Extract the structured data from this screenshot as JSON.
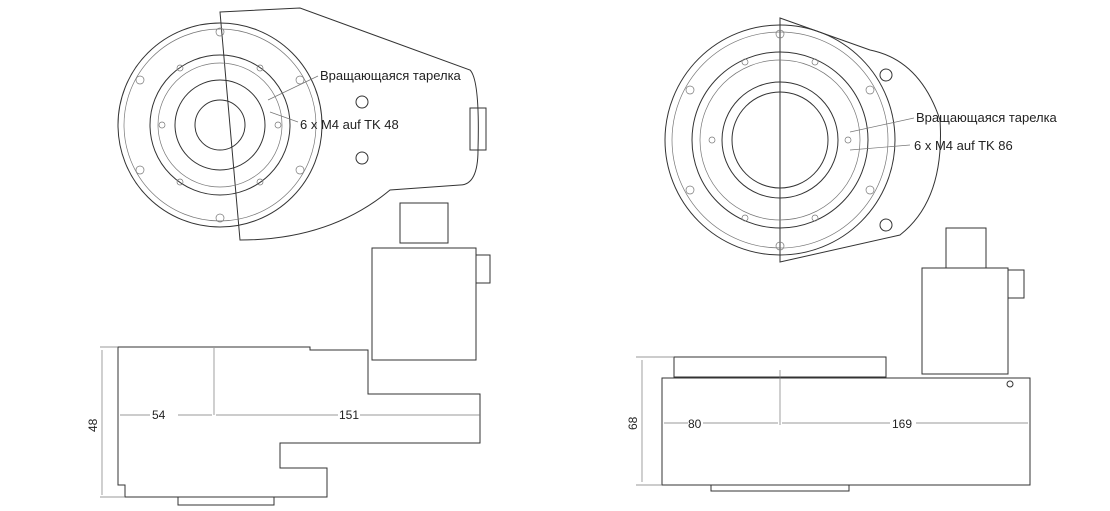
{
  "left_drawing": {
    "label_plate": "Вращающаяся тарелка",
    "label_holes": "6 x M4 auf TK 48",
    "dim_left": "54",
    "dim_right": "151",
    "dim_height": "48"
  },
  "right_drawing": {
    "label_plate": "Вращающаяся тарелка",
    "label_holes": "6 x M4 auf TK 86",
    "dim_left": "80",
    "dim_right": "169",
    "dim_height": "68"
  }
}
